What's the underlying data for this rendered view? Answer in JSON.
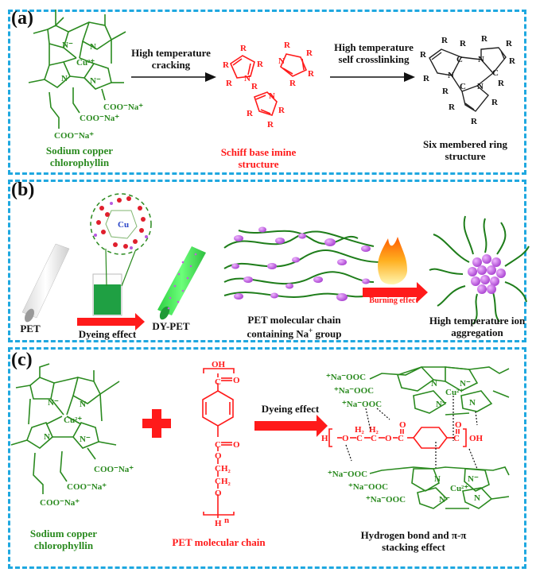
{
  "colors": {
    "panel_border": "#1fa8e0",
    "chlorophyllin_green": "#2a8a1f",
    "pet_red": "#ff1a1a",
    "text_black": "#111111",
    "ion_purple": "#c45be0",
    "dyed_fiber_green": "#4be35a"
  },
  "panel_a": {
    "label": "(a)",
    "reactant": {
      "name_line1": "Sodium copper",
      "name_line2": "chlorophyllin",
      "metal": "Cu",
      "metal_charge": "2+",
      "groups": [
        "COO⁻Na⁺",
        "COO⁻Na⁺",
        "COO⁻Na⁺"
      ]
    },
    "arrow1": {
      "line1": "High temperature",
      "line2": "cracking"
    },
    "intermediate": {
      "name_line1": "Schiff base imine",
      "name_line2": "structure",
      "substituent": "R",
      "heteroatom": "N"
    },
    "arrow2": {
      "line1": "High temperature",
      "line2": "self crosslinking"
    },
    "product": {
      "name_line1": "Six membered ring",
      "name_line2": "structure",
      "ring_atoms": [
        "C",
        "N",
        "C",
        "N",
        "C",
        "N"
      ]
    }
  },
  "panel_b": {
    "label": "(b)",
    "fiber_label": "PET",
    "arrow1_label": "Dyeing effect",
    "dyed_fiber_label": "DY-PET",
    "inset_metal": "Cu",
    "chain": {
      "line1": "PET molecular chain",
      "line2_prefix": "containing Na",
      "line2_sup": "+",
      "line2_suffix": " group"
    },
    "arrow2_label": "Burning effect",
    "aggregate": {
      "line1": "High temperature ion",
      "line2": "aggregation"
    }
  },
  "panel_c": {
    "label": "(c)",
    "reactant": {
      "name_line1": "Sodium copper",
      "name_line2": "chlorophyllin",
      "metal": "Cu",
      "metal_charge": "2+",
      "groups": [
        "COO⁻Na⁺",
        "COO⁻Na⁺",
        "COO⁻Na⁺"
      ]
    },
    "plus_symbol": "+",
    "pet": {
      "name": "PET molecular chain",
      "atoms_top": [
        "OH",
        "C",
        "O"
      ],
      "atoms_bottom": [
        "C",
        "O",
        "O",
        "CH₂",
        "CH₂",
        "O",
        "H"
      ],
      "repeat_index": "n"
    },
    "arrow_label": "Dyeing effect",
    "complex": {
      "chain_text": [
        "H",
        "O",
        "C",
        "C",
        "O",
        "C",
        "C",
        "OH"
      ],
      "h2": "H₂",
      "top_groups": [
        "⁺Na⁻OOC",
        "⁺Na⁻OOC",
        "⁺Na⁻OOC"
      ],
      "bottom_groups": [
        "⁺Na⁻OOC",
        "⁺Na⁻OOC",
        "⁺Na⁻OOC"
      ],
      "name_line1": "Hydrogen bond and π-π",
      "name_line2": "stacking effect"
    }
  }
}
